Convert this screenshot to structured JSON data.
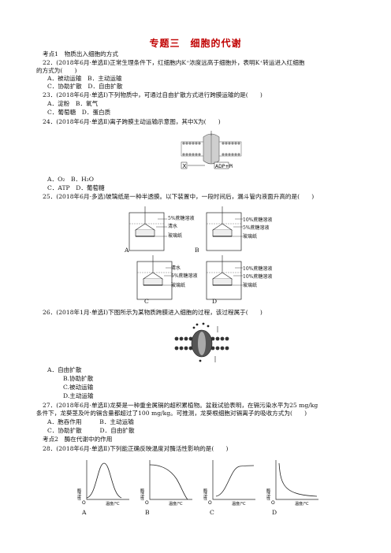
{
  "title": "专题三　细胞的代谢",
  "topic1": "考点1　物质出入细胞的方式",
  "q22": {
    "stem1": "22．(2018年6月·单选Ⅱ)正常生理条件下，红细胞内K⁺浓度远高于细胞外，表明K⁺转运进入红细胞",
    "stem2": "的方式为(　　)",
    "optAB": "A．被动运输　B．主动运输",
    "optCD": "C．协助扩散　D．自由扩散"
  },
  "q23": {
    "stem": "23．(2018年6月·单选Ⅰ)下列物质中，可通过自由扩散方式进行跨膜运输的是(　　)",
    "optAB": "A．淀粉　B．氧气",
    "optCD": "C．葡萄糖　D．蛋白质"
  },
  "q24": {
    "stem": "24．(2018年6月·单选Ⅱ)离子跨膜主动运输示意图，其中X为(　　)",
    "fig_x": "X",
    "fig_adp": "ADP+Pi",
    "optAB": "A．O₂　B．H₂O",
    "optCD": "C．ATP　D．葡萄糖"
  },
  "q25": {
    "stem": "25．(2018年6月·多选)玻璃纸是一种半透膜。以下装置中，一段时间后，漏斗管内液面升高的是(　　)",
    "A": {
      "l1": "5%蔗糖溶液",
      "l2": "清水",
      "l3": "玻璃纸",
      "letter": "A"
    },
    "B": {
      "l1": "10%蔗糖溶液",
      "l2": "5%蔗糖溶液",
      "l3": "玻璃纸",
      "letter": "B"
    },
    "C": {
      "l1": "清水",
      "l2": "5%蔗糖溶液",
      "l3": "玻璃纸",
      "letter": "C"
    },
    "D": {
      "l1": "10%蔗糖溶液",
      "l2": "10%蔗糖溶液",
      "l3": "玻璃纸",
      "letter": "D"
    }
  },
  "q26": {
    "stem": "26．(2018年1月·单选Ⅰ)下图所示为某物质跨膜进入细胞的过程，该过程属于(　　)",
    "optA": "A．自由扩散",
    "optB": "B.协助扩散",
    "optC": "C.被动运输",
    "optD": "D.主动运输"
  },
  "q27": {
    "stem1": "27．(2018年6月·单选Ⅱ)龙葵是一种重金属镉的超积累植物。盆栽试验表明，在镉污染水平为25 mg/kg",
    "stem2": "条件下，龙葵茎及叶的镉含量都超过了100 mg/kg。可推测，龙葵根细胞对镉离子的吸收方式为(　　)",
    "optAB": "A．胞吞作用　　　B．主动运输",
    "optCD": "C．协助扩散　　　D．自由扩散"
  },
  "topic2": "考点2　酶在代谢中的作用",
  "q28": {
    "stem": "28．(2018年6月·单选Ⅱ)下列能正确反映温度对酶活性影响的是(　　)",
    "ylabel": "酶活性",
    "xlabel": "温度/°C",
    "origin": "O",
    "letters": [
      "A",
      "B",
      "C",
      "D"
    ]
  }
}
